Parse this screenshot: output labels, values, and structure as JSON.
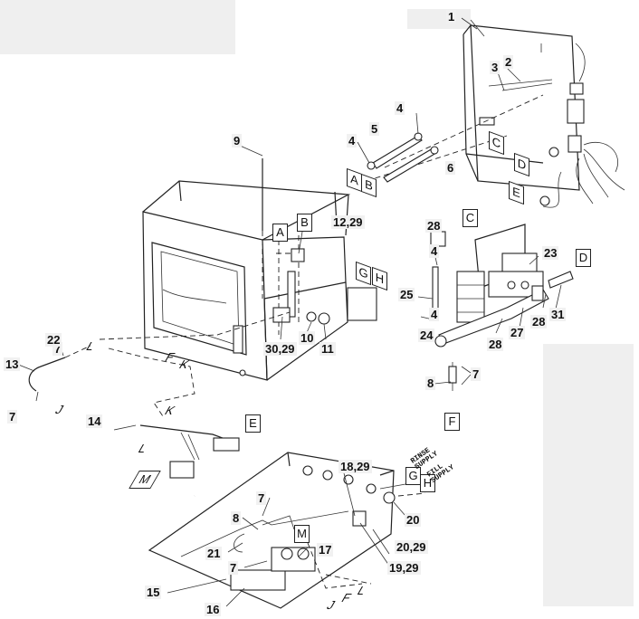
{
  "callouts": [
    {
      "key": "n1",
      "text": "1"
    },
    {
      "key": "n2",
      "text": "2"
    },
    {
      "key": "n3",
      "text": "3"
    },
    {
      "key": "n4a",
      "text": "4"
    },
    {
      "key": "n4b",
      "text": "4"
    },
    {
      "key": "n4c",
      "text": "4"
    },
    {
      "key": "n4d",
      "text": "4"
    },
    {
      "key": "n5",
      "text": "5"
    },
    {
      "key": "n6",
      "text": "6"
    },
    {
      "key": "n7a",
      "text": "7"
    },
    {
      "key": "n7b",
      "text": "7"
    },
    {
      "key": "n7c",
      "text": "7"
    },
    {
      "key": "n7d",
      "text": "7"
    },
    {
      "key": "n7e",
      "text": "7"
    },
    {
      "key": "n8a",
      "text": "8"
    },
    {
      "key": "n8b",
      "text": "8"
    },
    {
      "key": "n9",
      "text": "9"
    },
    {
      "key": "n10",
      "text": "10"
    },
    {
      "key": "n11",
      "text": "11"
    },
    {
      "key": "n1229",
      "text": "12,29"
    },
    {
      "key": "n13",
      "text": "13"
    },
    {
      "key": "n14",
      "text": "14"
    },
    {
      "key": "n15",
      "text": "15"
    },
    {
      "key": "n16",
      "text": "16"
    },
    {
      "key": "n17",
      "text": "17"
    },
    {
      "key": "n1829",
      "text": "18,29"
    },
    {
      "key": "n1929",
      "text": "19,29"
    },
    {
      "key": "n20",
      "text": "20"
    },
    {
      "key": "n2029",
      "text": "20,29"
    },
    {
      "key": "n21",
      "text": "21"
    },
    {
      "key": "n22",
      "text": "22"
    },
    {
      "key": "n23",
      "text": "23"
    },
    {
      "key": "n24",
      "text": "24"
    },
    {
      "key": "n25",
      "text": "25"
    },
    {
      "key": "n27",
      "text": "27"
    },
    {
      "key": "n28a",
      "text": "28"
    },
    {
      "key": "n28b",
      "text": "28"
    },
    {
      "key": "n28c",
      "text": "28"
    },
    {
      "key": "n3029",
      "text": "30,29"
    },
    {
      "key": "n31",
      "text": "31"
    }
  ],
  "letters": {
    "A1": "A",
    "B1": "B",
    "C1": "C",
    "D1": "D",
    "E1": "E",
    "A2": "A",
    "B2": "B",
    "C2": "C",
    "D2": "D",
    "E2": "E",
    "G1": "G",
    "H1": "H",
    "G2": "G",
    "H2": "H",
    "F1": "F",
    "J1": "J",
    "K1": "K",
    "L1": "L",
    "M1": "M",
    "F2": "F",
    "J2": "J",
    "K2": "K",
    "L2": "L",
    "M2": "M",
    "L3": "L",
    "F3": "F",
    "J3": "J"
  },
  "supply": {
    "rinse": "RINSE\nSUPPLY",
    "fill": "FILL\nSUPPLY"
  }
}
